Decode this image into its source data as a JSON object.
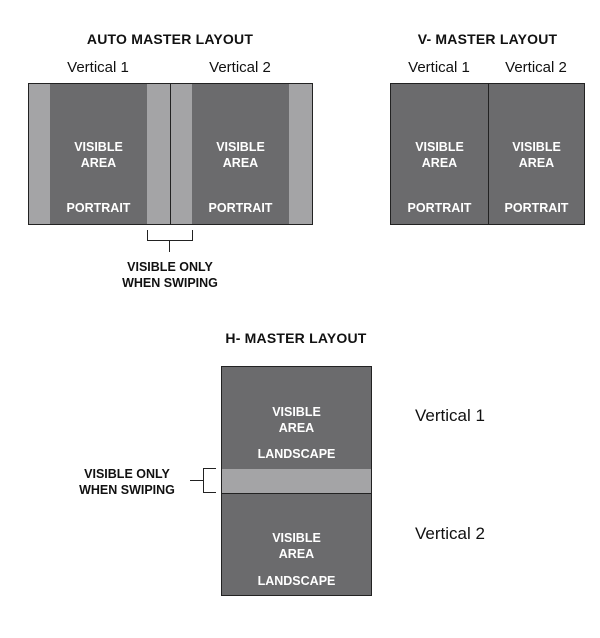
{
  "auto": {
    "title": "AUTO MASTER LAYOUT",
    "vertical1": "Vertical 1",
    "vertical2": "Vertical 2",
    "left_visible_line1": "VISIBLE",
    "left_visible_line2": "AREA",
    "left_orientation": "PORTRAIT",
    "right_visible_line1": "VISIBLE",
    "right_visible_line2": "AREA",
    "right_orientation": "PORTRAIT",
    "swipe_note_line1": "VISIBLE ONLY",
    "swipe_note_line2": "WHEN SWIPING"
  },
  "v_master": {
    "title": "V- MASTER LAYOUT",
    "vertical1": "Vertical 1",
    "vertical2": "Vertical 2",
    "left_visible_line1": "VISIBLE",
    "left_visible_line2": "AREA",
    "left_orientation": "PORTRAIT",
    "right_visible_line1": "VISIBLE",
    "right_visible_line2": "AREA",
    "right_orientation": "PORTRAIT"
  },
  "h_master": {
    "title": "H- MASTER LAYOUT",
    "vertical1": "Vertical 1",
    "vertical2": "Vertical 2",
    "top_visible_line1": "VISIBLE",
    "top_visible_line2": "AREA",
    "top_orientation": "LANDSCAPE",
    "bottom_visible_line1": "VISIBLE",
    "bottom_visible_line2": "AREA",
    "bottom_orientation": "LANDSCAPE",
    "swipe_note_line1": "VISIBLE ONLY",
    "swipe_note_line2": "WHEN SWIPING"
  },
  "colors": {
    "visible_area": "#6b6b6d",
    "swipe_strip": "#a4a4a6",
    "outline": "#222222",
    "box_text": "#ffffff"
  }
}
